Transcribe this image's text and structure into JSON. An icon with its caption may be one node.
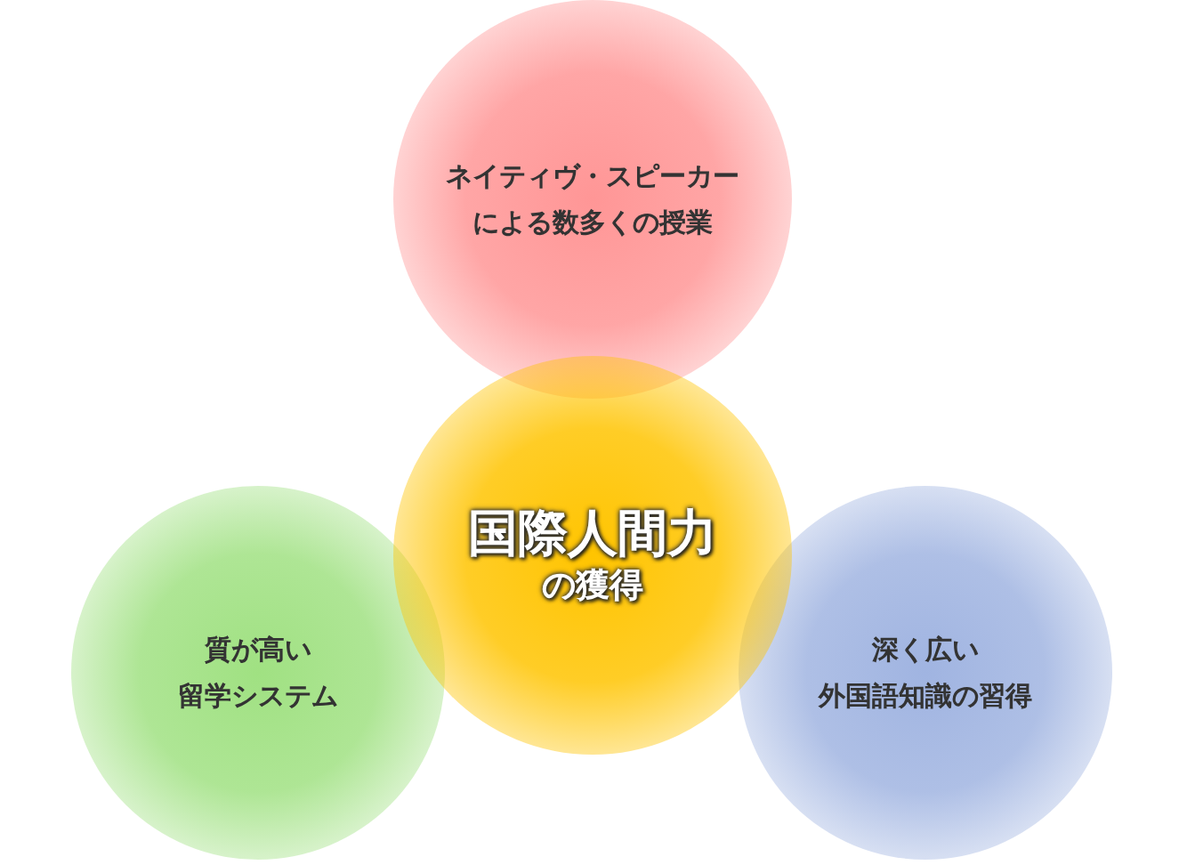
{
  "diagram": {
    "nodes": [
      {
        "text": [
          "ネイティヴ・スピーカーによる数多くの授業"
        ]
      },
      {
        "text": [
          "国際人間力",
          "の獲得"
        ]
      },
      {
        "text": [
          "質が高い留学システム"
        ]
      },
      {
        "text": [
          "深く広い外国語知識の習得"
        ]
      }
    ],
    "edges": []
  }
}
